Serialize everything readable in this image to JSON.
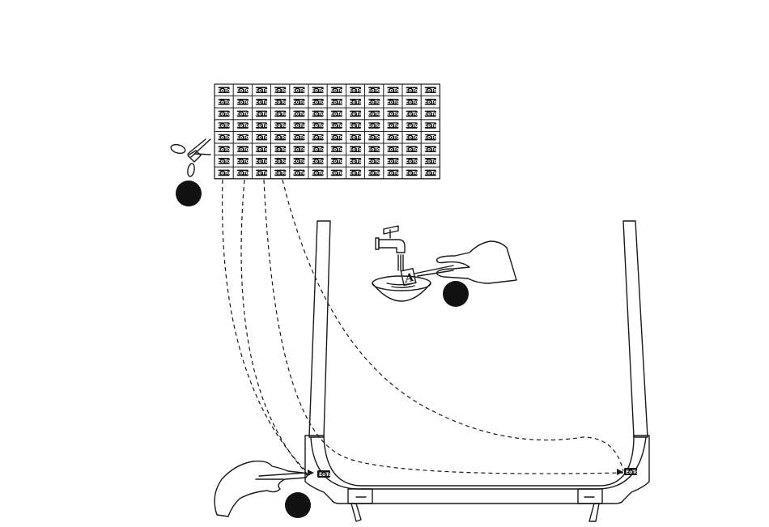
{
  "sheet": {
    "rows": 8,
    "cols": 12,
    "decal_label": "EoTo"
  },
  "step_markers": [
    "",
    "",
    ""
  ],
  "water_decal": {
    "letter": "A"
  },
  "placed_decals": {
    "left_label": "EoTo",
    "right_label": "EoTo"
  },
  "icons": {
    "scissors": "scissors-icon",
    "faucet": "faucet-icon",
    "hand_left": "hand-icon",
    "hand_right": "hand-icon"
  }
}
